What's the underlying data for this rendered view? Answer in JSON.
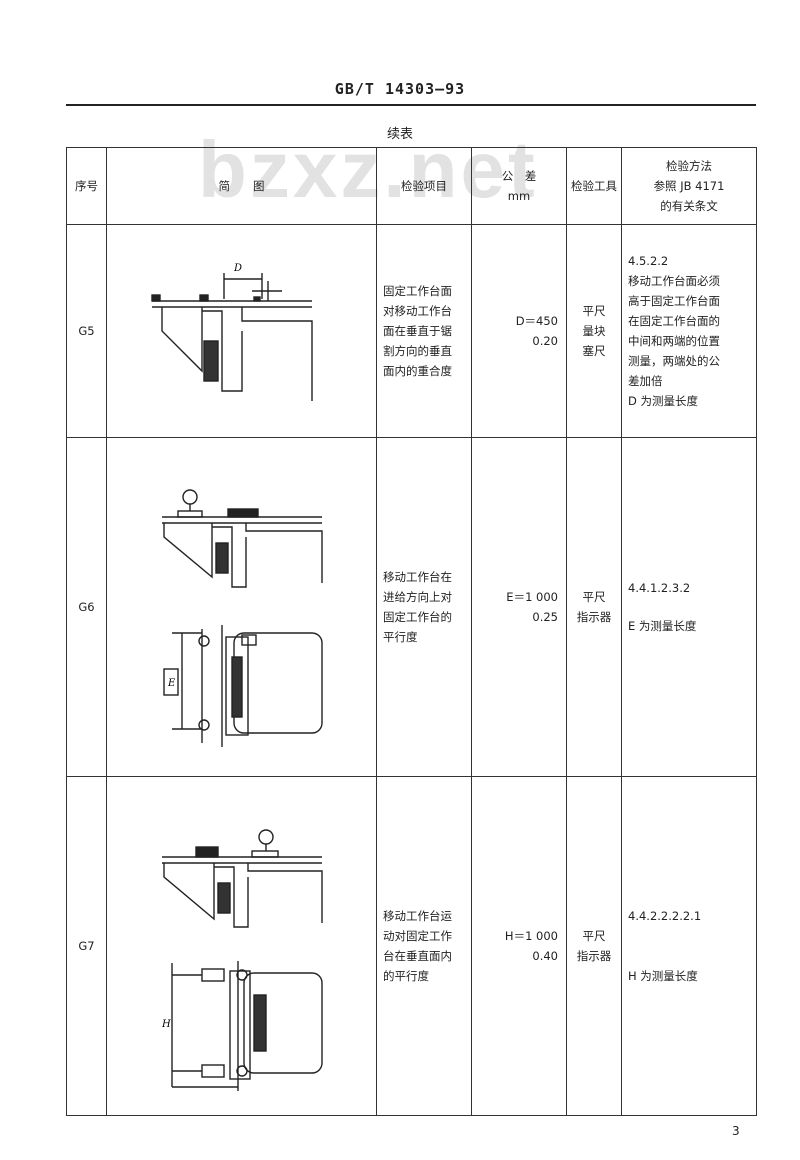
{
  "header": {
    "standard_number": "GB/T 14303—93"
  },
  "table": {
    "caption": "续表",
    "watermark": "bzxz.net",
    "columns": {
      "no": "序号",
      "diagram": "简　　图",
      "item": "检验项目",
      "tolerance_top": "公　差",
      "tolerance_unit": "mm",
      "tool": "检验工具",
      "method_lines": [
        "检验方法",
        "参照 JB 4171",
        "的有关条文"
      ]
    },
    "rows": [
      {
        "no": "G5",
        "item_lines": [
          "固定工作台面",
          "对移动工作台",
          "面在垂直于锯",
          "割方向的垂直",
          "面内的重合度"
        ],
        "tolerance": [
          "D＝450",
          "0.20"
        ],
        "tool": [
          "平尺",
          "量块",
          "塞尺"
        ],
        "method": [
          "4.5.2.2",
          "移动工作台面必须",
          "高于固定工作台面",
          "在固定工作台面的",
          "中间和两端的位置",
          "测量，两端处的公",
          "差加倍",
          "D 为测量长度"
        ],
        "diagram_labels": {
          "dim": "D"
        }
      },
      {
        "no": "G6",
        "item_lines": [
          "移动工作台在",
          "进给方向上对",
          "固定工作台的",
          "平行度"
        ],
        "tolerance": [
          "E＝1 000",
          "0.25"
        ],
        "tool": [
          "平尺",
          "指示器"
        ],
        "method": [
          "4.4.1.2.3.2",
          "E 为测量长度"
        ],
        "diagram_labels": {
          "dim": "E"
        }
      },
      {
        "no": "G7",
        "item_lines": [
          "移动工作台运",
          "动对固定工作",
          "台在垂直面内",
          "的平行度"
        ],
        "tolerance": [
          "H＝1 000",
          "0.40"
        ],
        "tool": [
          "平尺",
          "指示器"
        ],
        "method": [
          "4.4.2.2.2.2.1",
          "H 为测量长度"
        ],
        "diagram_labels": {
          "dim": "H"
        }
      }
    ]
  },
  "page_number": "3"
}
